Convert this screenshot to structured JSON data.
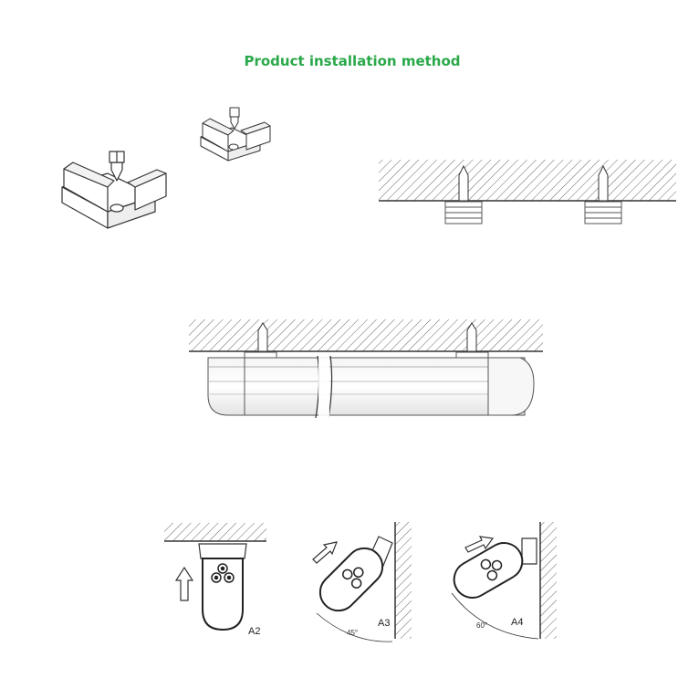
{
  "title": "Product installation method",
  "colors": {
    "title": "#2aa84a",
    "line": "#333333",
    "hatch": "#666666"
  },
  "steps": [
    {
      "label": "A2"
    },
    {
      "label": "A3",
      "angle": "45°"
    },
    {
      "label": "A4",
      "angle": "60°"
    }
  ]
}
